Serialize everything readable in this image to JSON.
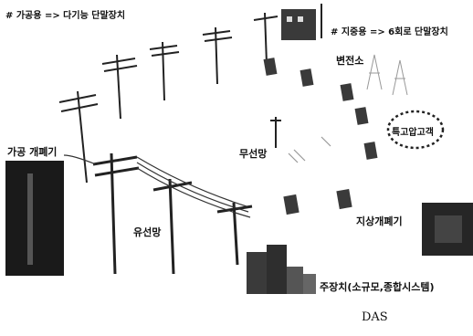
{
  "labels": {
    "overhead_note": "# 가공용 => 다기능 단말장치",
    "underground_note": "# 지중용 => 6회로 단말장치",
    "substation": "변전소",
    "special_customer": "특고압고객",
    "overhead_switch": "가공 개폐기",
    "wireless_net": "무선망",
    "wired_net": "유선망",
    "ground_switch": "지상개폐기",
    "master_station": "주장치(소규모,종합시스템)",
    "caption": "DAS"
  },
  "colors": {
    "ink": "#111111",
    "dark_panel": "#1a1a1a",
    "equipment": "#3a3a3a",
    "dash_circle": "#222222"
  }
}
